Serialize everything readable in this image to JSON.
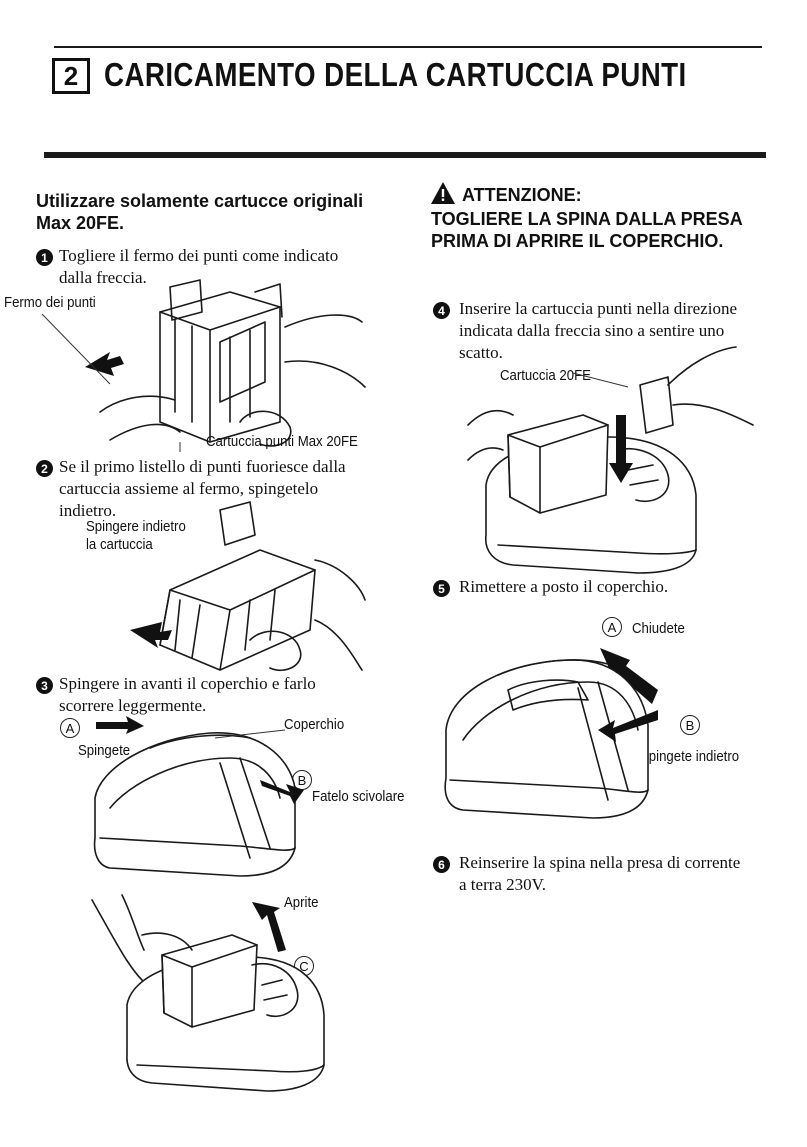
{
  "header": {
    "section_number": "2",
    "title": "CARICAMENTO DELLA CARTUCCIA PUNTI"
  },
  "left": {
    "intro": [
      "Utilizzare solamente cartucce originali",
      "Max 20FE."
    ],
    "step1": {
      "num": "1",
      "lines": [
        "Togliere il fermo dei punti come indicato",
        "dalla freccia."
      ]
    },
    "fig1": {
      "label_fermo": "Fermo dei punti",
      "label_cartuccia": "Cartuccia punti Max 20FE"
    },
    "step2": {
      "num": "2",
      "lines": [
        "Se il primo listello di punti fuoriesce dalla",
        "cartuccia assieme al fermo, spingetelo",
        "indietro."
      ]
    },
    "fig2": {
      "label_line1": "Spingere indietro",
      "label_line2": "la cartuccia"
    },
    "step3": {
      "num": "3",
      "lines": [
        "Spingere in avanti il coperchio e farlo",
        "scorrere leggermente."
      ]
    },
    "fig3": {
      "a": "A",
      "spingete": "Spingete",
      "coperchio": "Coperchio",
      "b": "B",
      "fatelo": "Fatelo scivolare"
    },
    "fig4": {
      "aprite": "Aprite",
      "c": "C"
    }
  },
  "right": {
    "warning": {
      "title": "ATTENZIONE:",
      "lines": [
        "TOGLIERE LA SPINA DALLA PRESA",
        "PRIMA DI APRIRE IL COPERCHIO."
      ]
    },
    "step4": {
      "num": "4",
      "lines": [
        "Inserire la cartuccia punti nella direzione",
        "indicata dalla freccia sino a sentire uno",
        "scatto."
      ]
    },
    "fig5": {
      "label": "Cartuccia 20FE"
    },
    "step5": {
      "num": "5",
      "lines": [
        "Rimettere a posto il coperchio."
      ]
    },
    "fig6": {
      "a": "A",
      "chiudete": "Chiudete",
      "b": "B",
      "spingete": "Spingete indietro"
    },
    "step6": {
      "num": "6",
      "lines": [
        "Reinserire la spina nella presa di corrente",
        "a terra 230V."
      ]
    }
  }
}
